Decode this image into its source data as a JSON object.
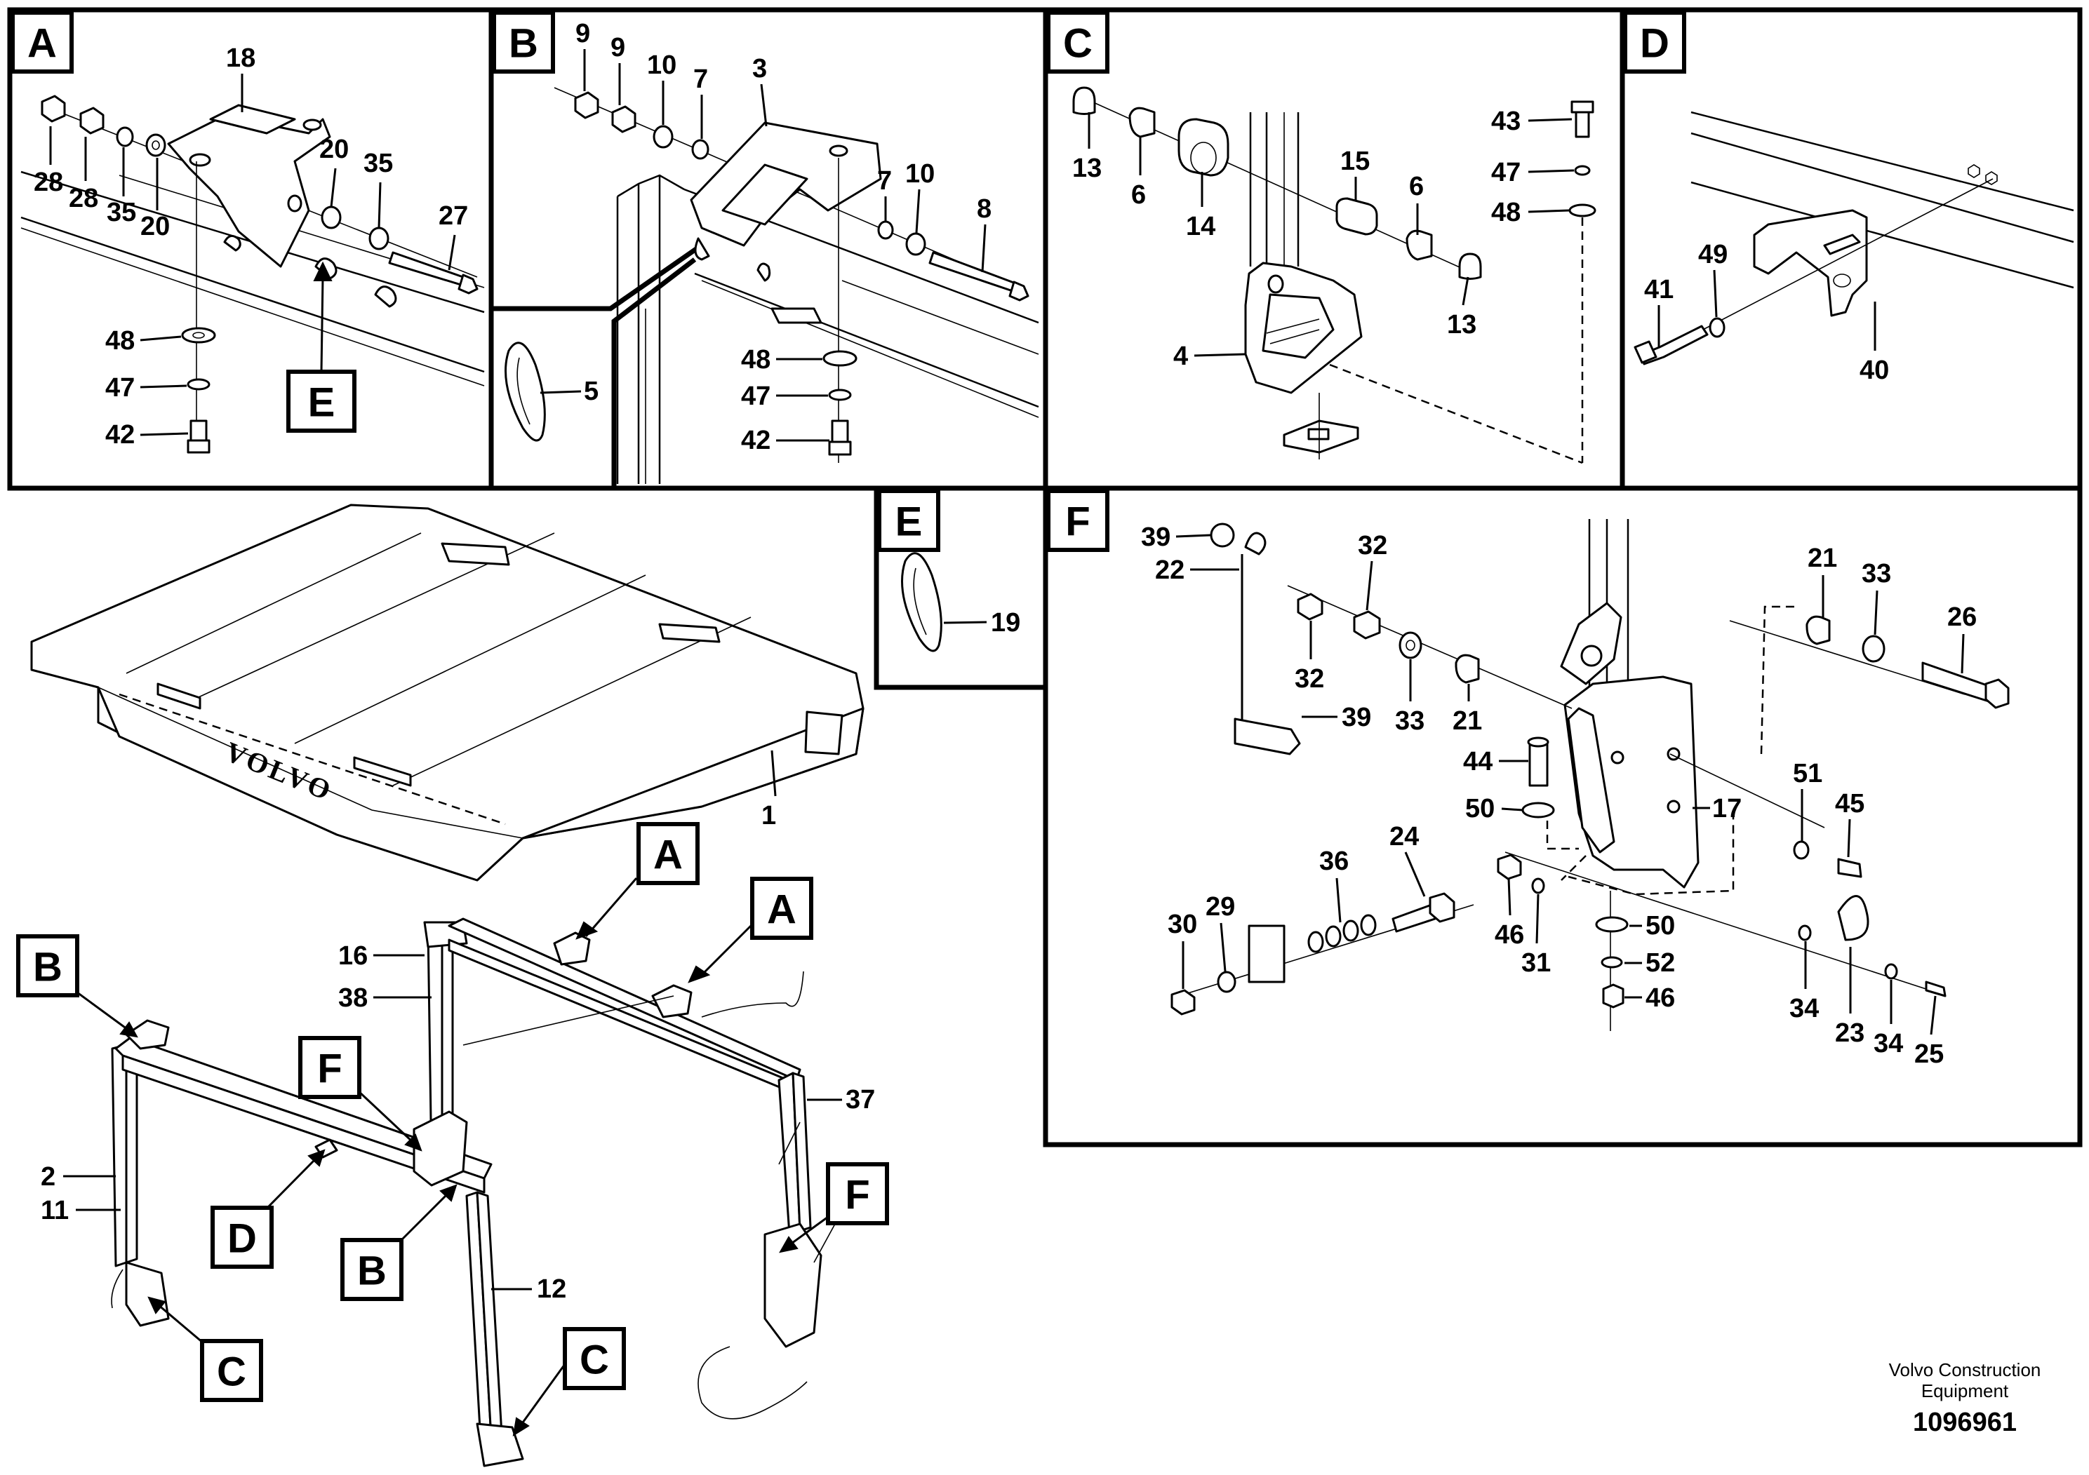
{
  "panels": {
    "A": {
      "letter": "A",
      "parts": [
        "18",
        "28",
        "28",
        "35",
        "20",
        "20",
        "35",
        "27",
        "48",
        "47",
        "42"
      ],
      "detail_ref": "E"
    },
    "B": {
      "letter": "B",
      "parts": [
        "9",
        "9",
        "10",
        "7",
        "3",
        "7",
        "10",
        "8",
        "5",
        "48",
        "47",
        "42"
      ]
    },
    "C": {
      "letter": "C",
      "parts": [
        "13",
        "6",
        "14",
        "15",
        "6",
        "13",
        "4",
        "43",
        "47",
        "48"
      ]
    },
    "D": {
      "letter": "D",
      "parts": [
        "49",
        "41",
        "40"
      ]
    },
    "E": {
      "letter": "E",
      "parts": [
        "19"
      ]
    },
    "F": {
      "letter": "F",
      "parts": [
        "39",
        "22",
        "32",
        "32",
        "33",
        "21",
        "39",
        "21",
        "33",
        "26",
        "44",
        "50",
        "17",
        "51",
        "45",
        "24",
        "36",
        "30",
        "29",
        "46",
        "31",
        "50",
        "52",
        "46",
        "34",
        "23",
        "34",
        "25"
      ]
    }
  },
  "overview": {
    "logo_text": "VOLVO",
    "parts": [
      "1",
      "16",
      "38",
      "2",
      "11",
      "12",
      "37"
    ],
    "view_refs": [
      "A",
      "A",
      "B",
      "F",
      "D",
      "B",
      "F",
      "C",
      "C"
    ]
  },
  "footer": {
    "company_line1": "Volvo Construction",
    "company_line2": "Equipment",
    "document_number": "1096961"
  }
}
